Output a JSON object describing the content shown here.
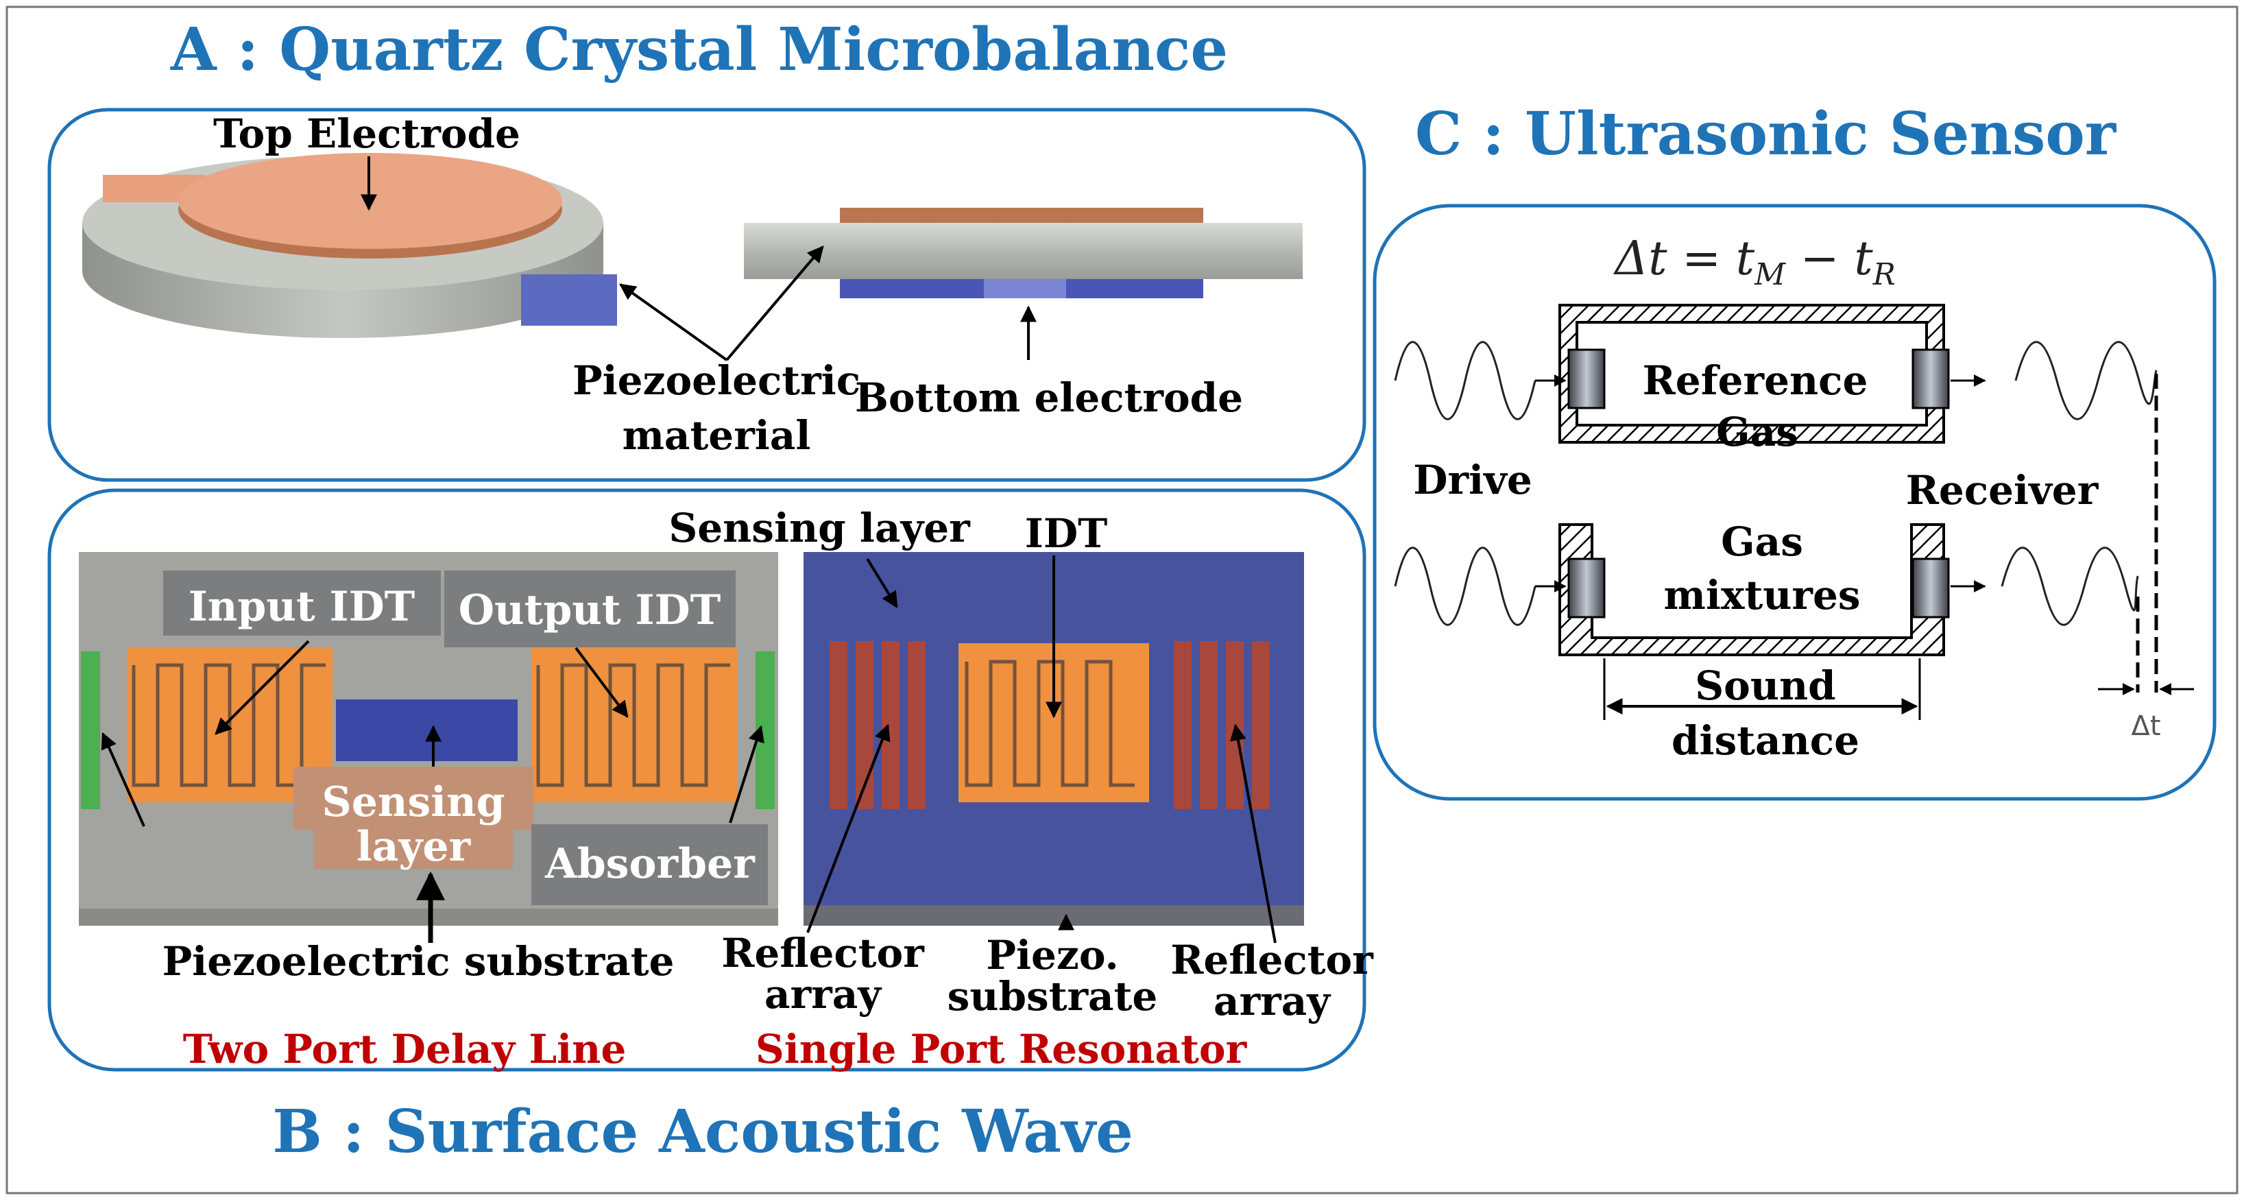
{
  "section_a": {
    "title": "A : Quartz Crystal Microbalance",
    "top_electrode": "Top Electrode",
    "piezo_material_line1": "Piezoelectric",
    "piezo_material_line2": "material",
    "bottom_electrode": "Bottom electrode"
  },
  "section_b": {
    "title": "B : Surface Acoustic Wave",
    "input_idt": "Input IDT",
    "output_idt": "Output IDT",
    "sensing_layer_line1": "Sensing",
    "sensing_layer_line2": "layer",
    "absorber": "Absorber",
    "piezo_substrate": "Piezoelectric substrate",
    "two_port_caption": "Two Port Delay Line",
    "sensing_layer_top": "Sensing layer",
    "idt": "IDT",
    "reflector_left_line1": "Reflector",
    "reflector_left_line2": "array",
    "piezo_short_line1": "Piezo.",
    "piezo_short_line2": "substrate",
    "reflector_right_line1": "Reflector",
    "reflector_right_line2": "array",
    "single_port_caption": "Single Port Resonator"
  },
  "section_c": {
    "title": "C : Ultrasonic Sensor",
    "equation": "Δt = t",
    "eq_sub_m": "M",
    "eq_minus": " − t",
    "eq_sub_r": "R",
    "reference_gas_line1": "Reference",
    "reference_gas_line2": "Gas",
    "drive": "Drive",
    "receiver": "Receiver",
    "gas_mixtures_line1": "Gas",
    "gas_mixtures_line2": "mixtures",
    "sound_distance_line1": "Sound",
    "sound_distance_line2": "distance",
    "delta_t": "Δt"
  },
  "colors": {
    "title_blue": "#1f73b7",
    "caption_red": "#c00000",
    "panel_border": "#1f73b7",
    "electrode_copper": "#e8a07e",
    "idt_orange": "#f0913f",
    "substrate_blue": "#48539e",
    "reflector_red": "#a8473c",
    "absorber_green": "#4caf50",
    "label_box_gray": "#7c7d7e"
  }
}
